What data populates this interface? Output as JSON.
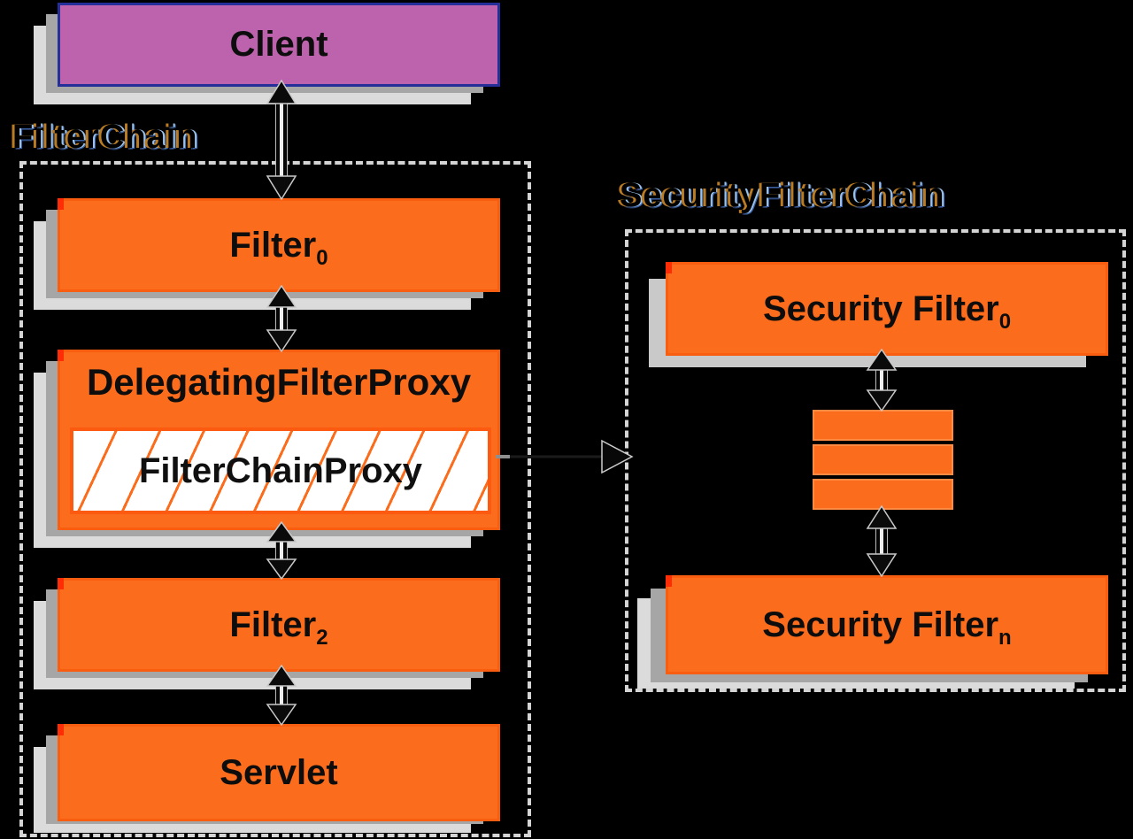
{
  "colors": {
    "bg": "#000000",
    "box_orange": "#fb6c1d",
    "box_orange_edge": "#f95d10",
    "client_purple": "#bd62ac",
    "client_border": "#252f9a",
    "shadow_mid": "#a6a6a6",
    "shadow_light": "#dbdbdb",
    "shadow_single": "#c9c9c9",
    "dash": "#d4d4d4",
    "ink": "#0d0d0d",
    "white": "#ffffff"
  },
  "client": {
    "label": "Client"
  },
  "filter_chain": {
    "title": "FilterChain",
    "filter0": {
      "base": "Filter",
      "sub": "0"
    },
    "delegating_filter_proxy": "DelegatingFilterProxy",
    "filter_chain_proxy": "FilterChainProxy",
    "filter2": {
      "base": "Filter",
      "sub": "2"
    },
    "servlet": "Servlet"
  },
  "security_filter_chain": {
    "title": "SecurityFilterChain",
    "filter0": {
      "base": "Security Filter",
      "sub": "0"
    },
    "filtern": {
      "base": "Security Filter",
      "sub": "n"
    }
  },
  "icons": {
    "vertical_flow_arrow": "outlined double-headed vertical arrow (black fill, light outline)",
    "delegation_arrow": "right-pointing black arrowhead with light outline"
  }
}
